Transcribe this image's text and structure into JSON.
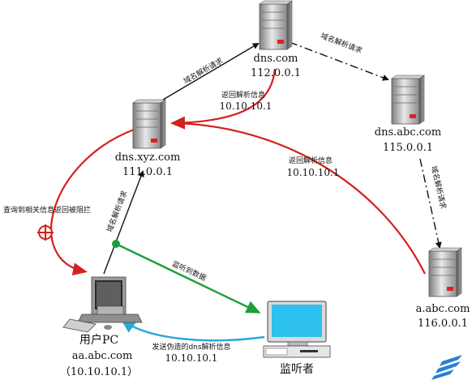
{
  "nodes": {
    "dns_com": {
      "name": "dns.com",
      "ip": "112.0.0.1"
    },
    "dns_xyz": {
      "name": "dns.xyz.com",
      "ip": "111.0.0.1"
    },
    "dns_abc": {
      "name": "dns.abc.com",
      "ip": "115.0.0.1"
    },
    "a_abc": {
      "name": "a.abc.com",
      "ip": "116.0.0.1"
    },
    "user_pc": {
      "name": "用户PC",
      "host": "aa.abc.com",
      "ip": "（10.10.10.1）"
    },
    "listener": {
      "name": "监听者"
    }
  },
  "edge_labels": {
    "query_xyz_to_com": "域名解析请求",
    "query_com_to_abc": "域名解析请求",
    "query_abc_to_a": "域名解析请求",
    "query_pc_to_xyz": "域名解析请求",
    "reply_com_to_xyz": "返回解析信息",
    "reply_com_ip": "10.10.10.1",
    "reply_a_to_xyz": "返回解析信息",
    "reply_a_ip": "10.10.10.1",
    "blocked": "查询到相关信息返回被阻拦",
    "sniffed": "监听到数据",
    "forged": "发送伪造的dns解析信息",
    "forged_ip": "10.10.10.1"
  },
  "colors": {
    "red": "#d42020",
    "green": "#1e9e3a",
    "blue": "#29a8d8",
    "black": "#111111"
  },
  "icons": [
    "server-icon",
    "pc-icon",
    "monitor-icon",
    "blocked-icon",
    "logo-icon"
  ]
}
